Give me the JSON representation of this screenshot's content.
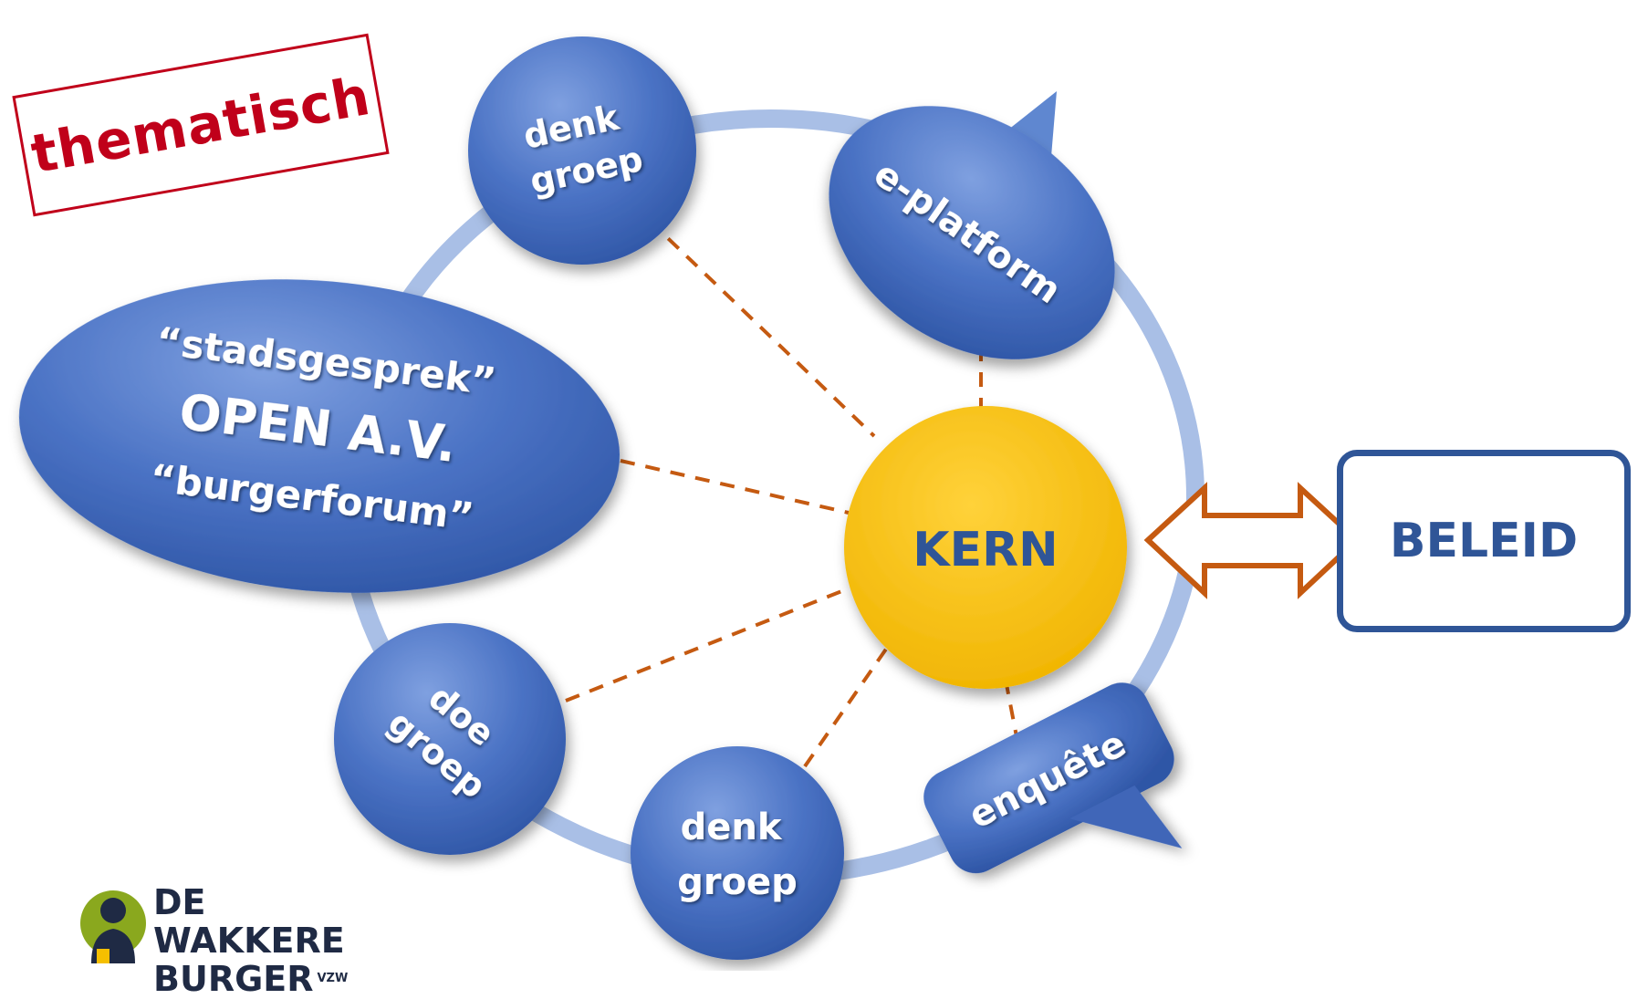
{
  "stamp_text": "thematisch",
  "nodes": {
    "denk_groep_top": [
      "denk",
      "groep"
    ],
    "e_platform": "e-platform",
    "stadsgesprek": [
      "“stadsgesprek”",
      "OPEN  A.V.",
      "“burgerforum”"
    ],
    "kern": "KERN",
    "doe_groep": [
      "doe",
      "groep"
    ],
    "denk_groep_bottom": [
      "denk",
      "groep"
    ],
    "enquete": "enquête"
  },
  "beleid": "BELEID",
  "logo": {
    "line1": "DE WAKKERE",
    "line2": "BURGER",
    "suffix": "VZW"
  },
  "colors": {
    "node_blue": "#4a72c4",
    "ring_blue": "#a9bfe6",
    "kern_yellow": "#f5bf00",
    "kern_text": "#2f5597",
    "dash_orange": "#c55a11",
    "arrow_orange": "#c55a11",
    "stamp_red": "#c0001a",
    "beleid_border": "#2f5597"
  }
}
